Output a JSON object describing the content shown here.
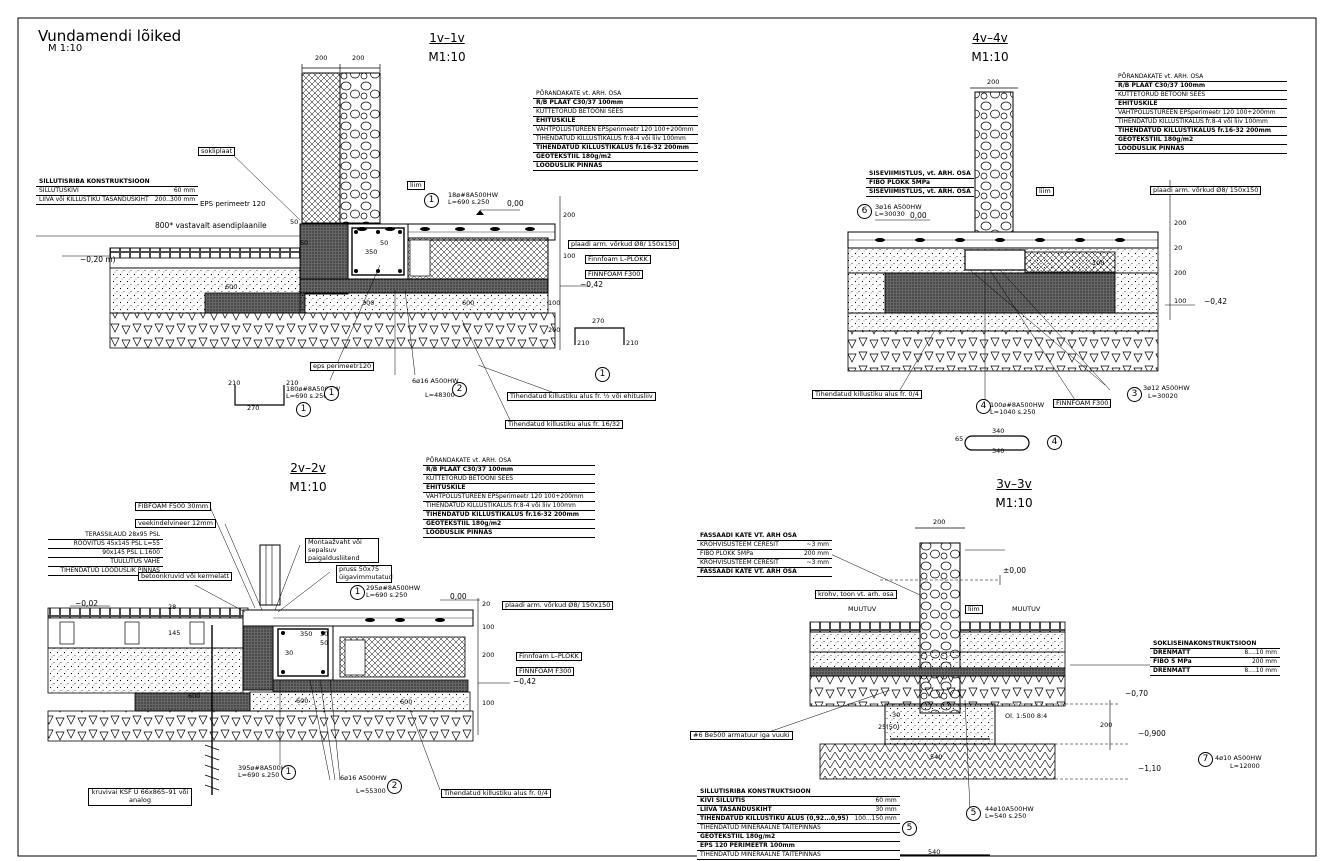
{
  "sheet": {
    "title": "Vundamendi lõiked",
    "scale": "M 1:10"
  },
  "sections": {
    "s1": {
      "title": "1v–1v",
      "scale": "M1:10"
    },
    "s2": {
      "title": "2v–2v",
      "scale": "M1:10"
    },
    "s3": {
      "title": "3v–3v",
      "scale": "M1:10"
    },
    "s4": {
      "title": "4v–4v",
      "scale": "M1:10"
    }
  },
  "floor_layers": [
    {
      "text": "PÕRANDAKATE vt. ARH. OSA",
      "bold": false
    },
    {
      "text": "R/B PLAAT C30/37 100mm",
      "bold": true
    },
    {
      "text": "KÜTTETORUD BETOONI SEES",
      "bold": false
    },
    {
      "text": "EHITUSKILE",
      "bold": true
    },
    {
      "text": "VAHTPOLÜSTÜREEN EPSperimeetr 120 100+200mm",
      "bold": false
    },
    {
      "text": "TIHENDATUD KILLUSTIKALUS fr.8-4 või liiv  100mm",
      "bold": false
    },
    {
      "text": "TIHENDATUD KILLUSTIKALUS fr.16-32  200mm",
      "bold": true
    },
    {
      "text": "GEOTEKSTIIL 180g/m2",
      "bold": true
    },
    {
      "text": "LOODUSLIK PINNAS",
      "bold": true
    }
  ],
  "sillutis_s1": {
    "header": "SILLUTISRIBA KONSTRUKTSIOON",
    "rows": [
      {
        "name": "SILLUTUSKIVI",
        "value": "60 mm"
      },
      {
        "name": "LIIVA või KILLUSTIKU TASANDUSKIHT",
        "value": "200..300 mm"
      }
    ]
  },
  "sillutis_s3": {
    "header": "SILLUTISRIBA KONSTRUKTSIOON",
    "rows": [
      {
        "name": "KIVI SILLUTIS",
        "value": "60 mm"
      },
      {
        "name": "LIIVA TASANDUSKIHT",
        "value": "30 mm"
      },
      {
        "name": "TIHENDATUD KILLUSTIKU ALUS (0,92...0,95)",
        "value": "100...150 mm"
      },
      {
        "name": "TIHENDATUD MINERAALNE TÄITEPINNAS",
        "value": ""
      },
      {
        "name": "GEOTEKSTIIL 180g/m2",
        "value": ""
      },
      {
        "name": "EPS 120 PERIMEETR 100mm",
        "value": ""
      },
      {
        "name": "TIHENDATUD MINERAALNE TÄITEPINNAS",
        "value": ""
      }
    ]
  },
  "fassaad_s3": {
    "header": "FASSAADI KATE VT. ARH OSA",
    "rows": [
      {
        "name": "KROHVISÜSTEEM CERESIT",
        "value": "~3 mm"
      },
      {
        "name": "FIBO PLOKK 5MPa",
        "value": "200 mm"
      },
      {
        "name": "KROHVISÜSTEEM CERESIT",
        "value": "~3 mm"
      },
      {
        "name": "FASSAADI KATE VT. ARH OSA",
        "value": ""
      }
    ]
  },
  "sokkel_s3": {
    "header": "SOKLISEINAKONSTRUKTSIOON",
    "rows": [
      {
        "name": "DRENMATT",
        "value": "8....10 mm"
      },
      {
        "name": "FIBO 5 MPa",
        "value": "200 mm"
      },
      {
        "name": "DRENMATT",
        "value": "8....10 mm"
      }
    ]
  },
  "wall_s4": [
    "SISEVIIMISTLUS, vt. ARH. OSA",
    "FIBO PLOKK 5MPa",
    "SISEVIIMISTLUS, vt. ARH. OSA"
  ],
  "terrace_s2": [
    "TERASSILAUD 28x95 PSL",
    "ROOVITUS 45x145 PSL L=55",
    "90x145 PSL L.1600",
    "TUULUTUS VAHE",
    "TIHENDATUD LOODUSLIK PINNAS"
  ],
  "labels": {
    "s1": {
      "dim200a": "200",
      "dim200b": "200",
      "sokliplaat": "sokliplaat",
      "eps120": "EPS perimeetr 120",
      "note800": "800* vastavalt asendiplaanile",
      "lvl_m020": "−0,20 m)",
      "lvl_000": "0,00",
      "rebar_top": "18ø#8A500HW",
      "rebar_top2": "L=690 s.250",
      "liim": "liim",
      "plaat_arm": "plaadi arm. võrkud Ø8/ 150x150",
      "finnfoam_l": "Finnfoam L–PLOKK",
      "finnfoam_f": "FINNFOAM F300",
      "lvl_m042": "−0,42",
      "d600a": "600",
      "d600b": "600",
      "d300": "300",
      "d50a": "50",
      "d50b": "50",
      "d50c": "50",
      "d350": "350",
      "d200v": "200",
      "d100a": "100",
      "d100b": "100",
      "d200b": "200",
      "eps_sm": "eps perimeetr120",
      "rebar_bot": "180ø#8A500HW",
      "rebar_bot2": "L=690 s.250",
      "rebar_6": "6ø16 A500HW",
      "rebar_6L": "L=48300",
      "tihend1": "Tihendatud killustiku alus fr. ½ või ehitusliiv",
      "tihend2": "Tihendatud killustiku alus fr. 16/32",
      "d270a": "270",
      "d210a": "210",
      "d210b": "210",
      "d270b": "270",
      "d210c": "210",
      "d210d": "210"
    },
    "s2": {
      "fibfoam": "FIBFOAM F500 30mm",
      "veekindel": "veekindelvineer 12mm",
      "betoon": "betoonkruvid või kermelatt",
      "montaaz": "Montaažvaht või sepalsuv paigaldusliitend",
      "pruss": "pruss 50x75 üigavimmutatud",
      "lvl_m002": "−0,02",
      "lvl_000": "0,00",
      "d28": "28",
      "d145": "145",
      "rebar_top": "295ø#8A500HW",
      "rebar_top2": "L=690 s.250",
      "plaat_arm": "plaadi arm. võrkud Ø8/ 150x150",
      "finnfoam_l": "Finnfoam L–PLOKK",
      "finnfoam_f": "FINNFOAM F300",
      "lvl_m042": "−0,42",
      "d350": "350",
      "d30a": "30",
      "d30b": "30",
      "d50": "50",
      "d600a": "600",
      "d600b": "600",
      "d600c": "600",
      "d20": "20",
      "d100a": "100",
      "d200": "200",
      "d100b": "100",
      "rebar_bot": "395ø#8A500HW",
      "rebar_bot2": "L=690 s.250",
      "rebar_6": "6ø16 A500HW",
      "rebar_6L": "L=55300",
      "tihend": "Tihendatud killustiku alus fr. 0/4",
      "kruvivai": "kruvivai KSF U 66x865–91 või analog"
    },
    "s3": {
      "dim200": "200",
      "lvl_000": "±0,00",
      "krohv": "krohv, toon vt. arh. osa",
      "liim": "liim",
      "muutuv1": "MUUTUV",
      "muutuv2": "MUUTUV",
      "lvl_m070": "−0,70",
      "lvl_m0900": "−0,900",
      "lvl_m110": "−1,10",
      "d200v": "200",
      "d30": "30",
      "d25": "25(50)",
      "d540": "540",
      "ol": "Ol. 1:500 8:4",
      "rebar_7": "4ø10 A500HW",
      "rebar_7L": "L=12000",
      "rebar_5": "44ø10A500HW",
      "rebar_5L": "L=540 s.250",
      "armatuur": "#6 Be500 armatuur iga vuuki",
      "d540b": "540"
    },
    "s4": {
      "dim200": "200",
      "rebar_top": "3ø16 A500HW",
      "rebar_topL": "L=30030",
      "lvl_000": "0,00",
      "liim": "liim",
      "plaat_arm": "plaadi arm. võrkud Ø8/ 150x150",
      "d200a": "200",
      "d100a": "100",
      "d20": "20",
      "d200b": "200",
      "d100b": "100",
      "lvl_m042": "−0,42",
      "tihend": "Tihendatud killustiku alus fr. 0/4",
      "rebar_4": "100ø#8A500HW",
      "rebar_4L": "L=1040 s.250",
      "finnfoam_f": "FINNFOAM F300",
      "rebar_3": "3ø12 A500HW",
      "rebar_3L": "L=30020",
      "d340a": "340",
      "d340b": "340",
      "d65": "65"
    }
  },
  "markers": {
    "m1": "1",
    "m2": "2",
    "m3": "3",
    "m4": "4",
    "m5": "5",
    "m6": "6",
    "m7": "7"
  }
}
